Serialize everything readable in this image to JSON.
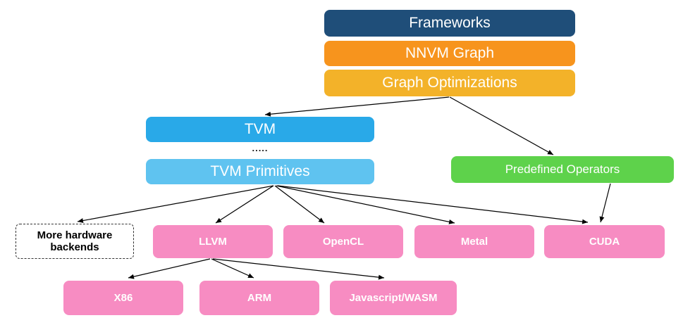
{
  "colors": {
    "frameworks": "#1f4e79",
    "nnvm_graph": "#f7941d",
    "graph_optimizations": "#f3b229",
    "tvm": "#29a9e8",
    "tvm_primitives": "#5fc3f0",
    "predefined_operators": "#5ed24b",
    "backend_pink": "#f78cc2",
    "arrow": "#000000"
  },
  "nodes": {
    "frameworks": {
      "label": "Frameworks"
    },
    "nnvm_graph": {
      "label": "NNVM Graph"
    },
    "graph_optimizations": {
      "label": "Graph Optimizations"
    },
    "tvm": {
      "label": "TVM"
    },
    "dots": {
      "label": "....."
    },
    "tvm_primitives": {
      "label": "TVM Primitives"
    },
    "predefined_operators": {
      "label": "Predefined Operators"
    },
    "more_hardware_backends": {
      "label": "More hardware backends"
    },
    "llvm": {
      "label": "LLVM"
    },
    "opencl": {
      "label": "OpenCL"
    },
    "metal": {
      "label": "Metal"
    },
    "cuda": {
      "label": "CUDA"
    },
    "x86": {
      "label": "X86"
    },
    "arm": {
      "label": "ARM"
    },
    "javascript_wasm": {
      "label": "Javascript/WASM"
    }
  },
  "edges": [
    {
      "from": "graph_optimizations",
      "to": "tvm"
    },
    {
      "from": "graph_optimizations",
      "to": "predefined_operators"
    },
    {
      "from": "tvm_primitives",
      "to": "more_hardware_backends"
    },
    {
      "from": "tvm_primitives",
      "to": "llvm"
    },
    {
      "from": "tvm_primitives",
      "to": "opencl"
    },
    {
      "from": "tvm_primitives",
      "to": "metal"
    },
    {
      "from": "tvm_primitives",
      "to": "cuda"
    },
    {
      "from": "predefined_operators",
      "to": "cuda"
    },
    {
      "from": "llvm",
      "to": "x86"
    },
    {
      "from": "llvm",
      "to": "arm"
    },
    {
      "from": "llvm",
      "to": "javascript_wasm"
    }
  ]
}
